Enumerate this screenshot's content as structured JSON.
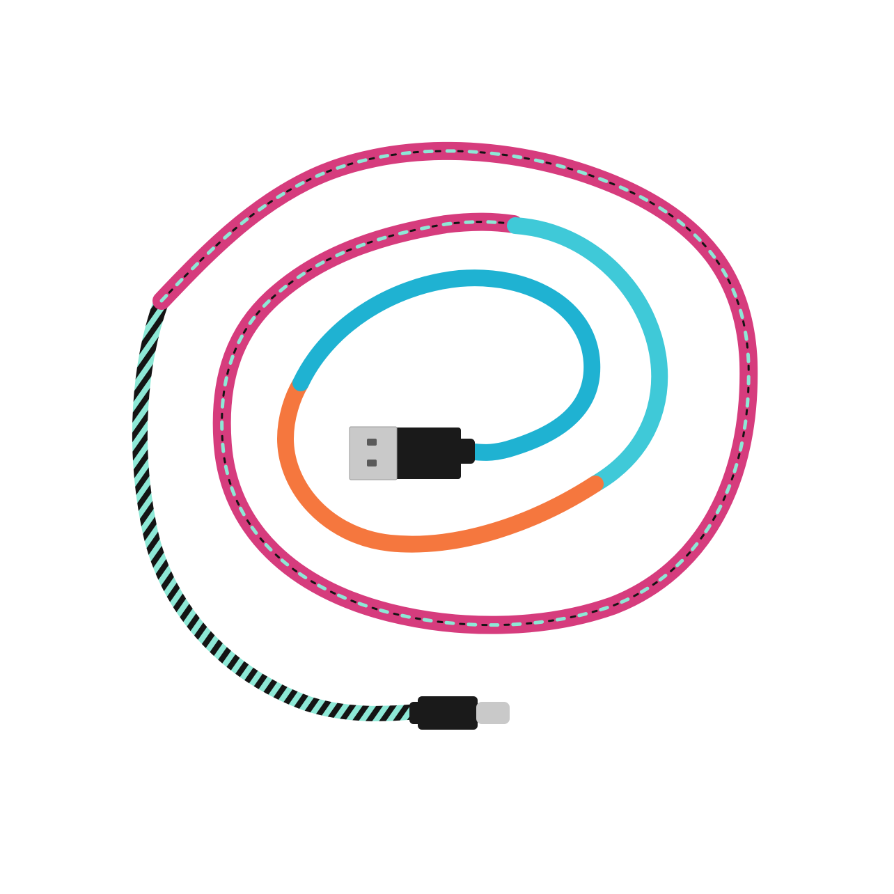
{
  "scene": {
    "subject": "usb-to-lightning-cable",
    "background_color": "#ffffff"
  },
  "colors": {
    "pink": "#d63c7d",
    "mint": "#8de8d6",
    "black": "#141414",
    "aqua": "#3fc9d8",
    "blue": "#1fb2d2",
    "orange": "#f5773e",
    "connector": "#1a1a1a",
    "metal": "#c9c9c9"
  },
  "connectors": [
    {
      "name": "usb-a-plug",
      "color": "connector"
    },
    {
      "name": "lightning-plug",
      "color": "connector"
    }
  ]
}
